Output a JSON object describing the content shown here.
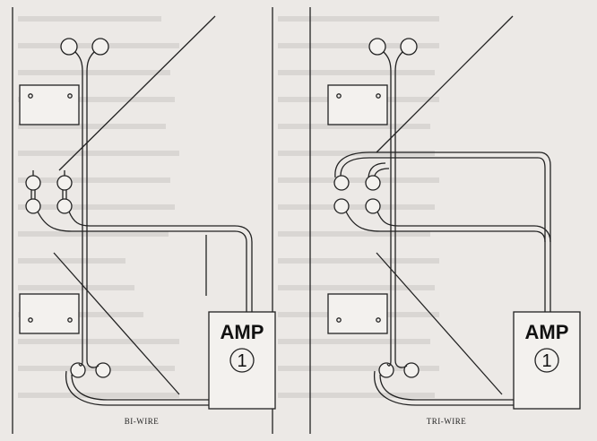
{
  "panels": {
    "left": {
      "amp_label": "AMP",
      "amp_number": "1",
      "caption": "BI-WIRE"
    },
    "right": {
      "amp_label": "AMP",
      "amp_number": "1",
      "caption": "TRI-WIRE"
    }
  },
  "colors": {
    "paper": "#ece9e6",
    "ink": "#222222",
    "box_fill": "#f3f1ee"
  }
}
